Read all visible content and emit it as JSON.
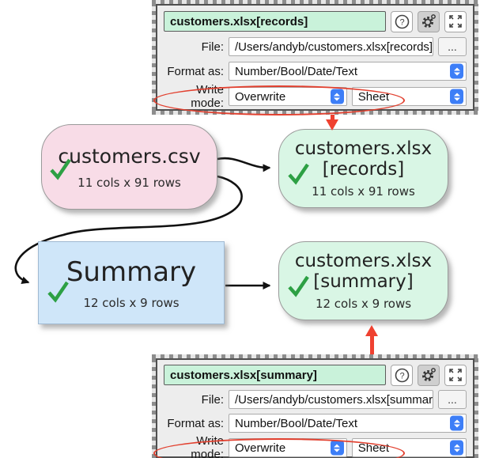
{
  "panel_top": {
    "title": "customers.xlsx[records]",
    "file_label": "File:",
    "file_value": "/Users/andyb/customers.xlsx[records]",
    "browse_label": "...",
    "format_label": "Format as:",
    "format_value": "Number/Bool/Date/Text",
    "write_label": "Write mode:",
    "write_value": "Overwrite",
    "sheet_value": "Sheet",
    "help_label": "?"
  },
  "panel_bottom": {
    "title": "customers.xlsx[summary]",
    "file_label": "File:",
    "file_value": "/Users/andyb/customers.xlsx[summary]",
    "browse_label": "...",
    "format_label": "Format as:",
    "format_value": "Number/Bool/Date/Text",
    "write_label": "Write mode:",
    "write_value": "Overwrite",
    "sheet_value": "Sheet",
    "help_label": "?"
  },
  "nodes": {
    "csv": {
      "title": "customers.csv",
      "stats": "11 cols x 91 rows"
    },
    "records": {
      "title1": "customers.xlsx",
      "title2": "[records]",
      "stats": "11 cols x 91 rows"
    },
    "summary": {
      "title": "Summary",
      "stats": "12 cols x 9 rows"
    },
    "xsummary": {
      "title1": "customers.xlsx",
      "title2": "[summary]",
      "stats": "12 cols x 9 rows"
    }
  },
  "colors": {
    "accent_red": "#ef4130",
    "stepper_blue": "#3d7ef7",
    "node_pink": "#f8dce7",
    "node_green": "#d9f6e5",
    "node_blue": "#cfe6f9",
    "check_green": "#2da044",
    "title_mint": "#c9f2da"
  }
}
